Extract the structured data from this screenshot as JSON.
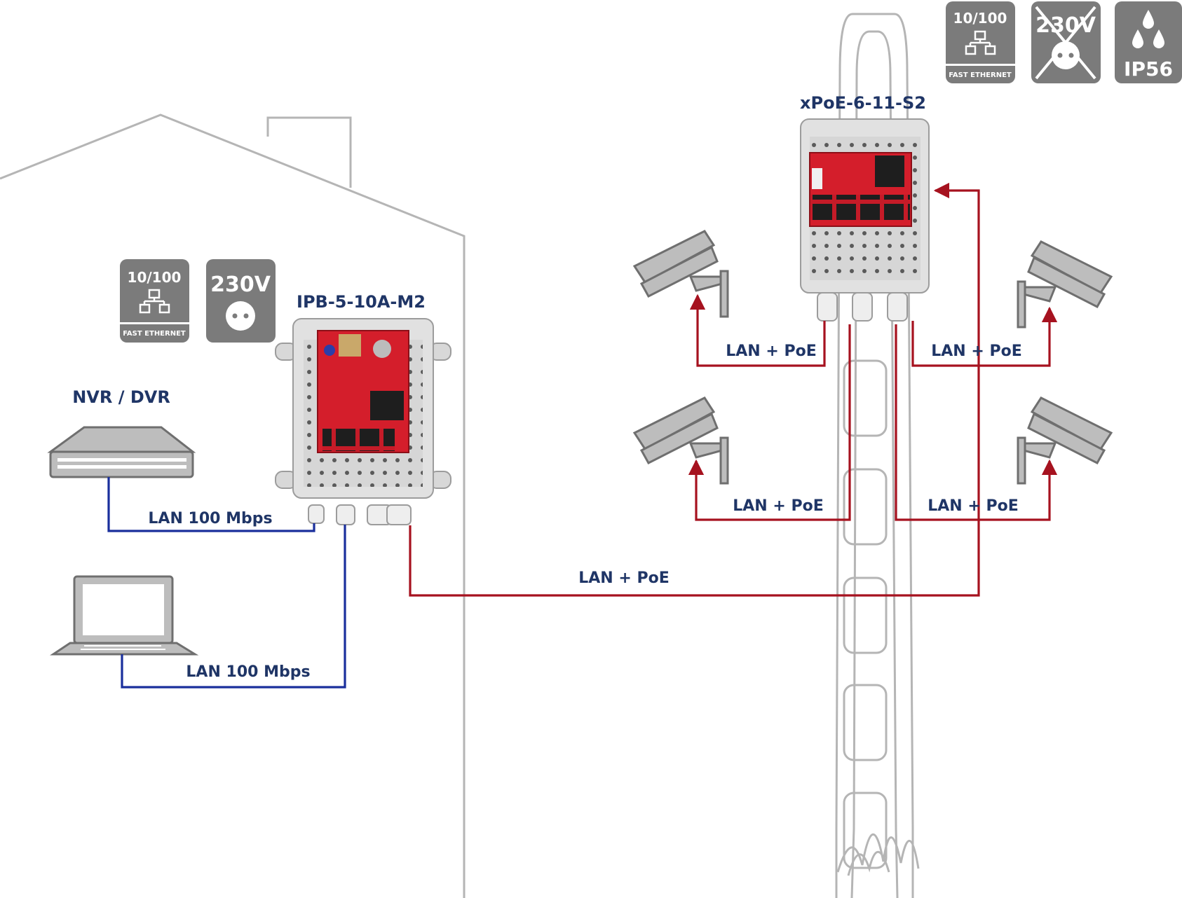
{
  "diagram": {
    "devices": {
      "ipb": {
        "title": "IPB-5-10A-M2"
      },
      "xpoe": {
        "title": "xPoE-6-11-S2"
      },
      "nvr": {
        "label": "NVR / DVR"
      }
    },
    "badges": {
      "house_speed": {
        "speed": "10/100",
        "caption": "FAST ETHERNET",
        "icon": "network-icon"
      },
      "house_power": {
        "voltage": "230V",
        "icon": "socket-icon"
      },
      "pole_speed": {
        "speed": "10/100",
        "caption": "FAST ETHERNET",
        "icon": "network-icon"
      },
      "pole_no_power": {
        "voltage": "230V",
        "icon": "crossed-socket-icon"
      },
      "pole_ip": {
        "rating": "IP56",
        "icon": "water-drops-icon"
      }
    },
    "links": {
      "nvr_lan": "LAN 100 Mbps",
      "laptop_lan": "LAN 100 Mbps",
      "trunk_poe": "LAN + PoE",
      "cam_top_left": "LAN + PoE",
      "cam_top_right": "LAN + PoE",
      "cam_bottom_left": "LAN + PoE",
      "cam_bottom_right": "LAN + PoE"
    },
    "colors": {
      "poe_line": "#a6121f",
      "lan_line": "#1a2f9c",
      "label_text": "#1f3566",
      "badge_bg": "#7b7b7b",
      "outline": "#b5b5b5",
      "board_red": "#d41e2b"
    }
  }
}
